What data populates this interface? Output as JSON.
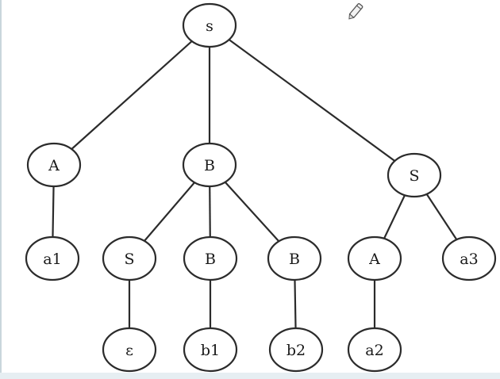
{
  "nodes": [
    {
      "id": "root",
      "label": "s"
    },
    {
      "id": "A1",
      "label": "A"
    },
    {
      "id": "B1",
      "label": "B"
    },
    {
      "id": "S2",
      "label": "S"
    },
    {
      "id": "a1",
      "label": "a1"
    },
    {
      "id": "S3",
      "label": "S"
    },
    {
      "id": "B2",
      "label": "B"
    },
    {
      "id": "B3",
      "label": "B"
    },
    {
      "id": "A2",
      "label": "A"
    },
    {
      "id": "a3",
      "label": "a3"
    },
    {
      "id": "eps",
      "label": "ε"
    },
    {
      "id": "b1",
      "label": "b1"
    },
    {
      "id": "b2",
      "label": "b2"
    },
    {
      "id": "a2",
      "label": "a2"
    }
  ],
  "edges": [
    [
      "root",
      "A1"
    ],
    [
      "root",
      "B1"
    ],
    [
      "root",
      "S2"
    ],
    [
      "A1",
      "a1"
    ],
    [
      "B1",
      "S3"
    ],
    [
      "B1",
      "B2"
    ],
    [
      "B1",
      "B3"
    ],
    [
      "S2",
      "A2"
    ],
    [
      "S2",
      "a3"
    ],
    [
      "S3",
      "eps"
    ],
    [
      "B2",
      "b1"
    ],
    [
      "B3",
      "b2"
    ],
    [
      "A2",
      "a2"
    ]
  ],
  "icons": {
    "corner": "pen-icon"
  },
  "colors": {
    "stroke": "#2b2b2b",
    "background": "#ffffff"
  }
}
